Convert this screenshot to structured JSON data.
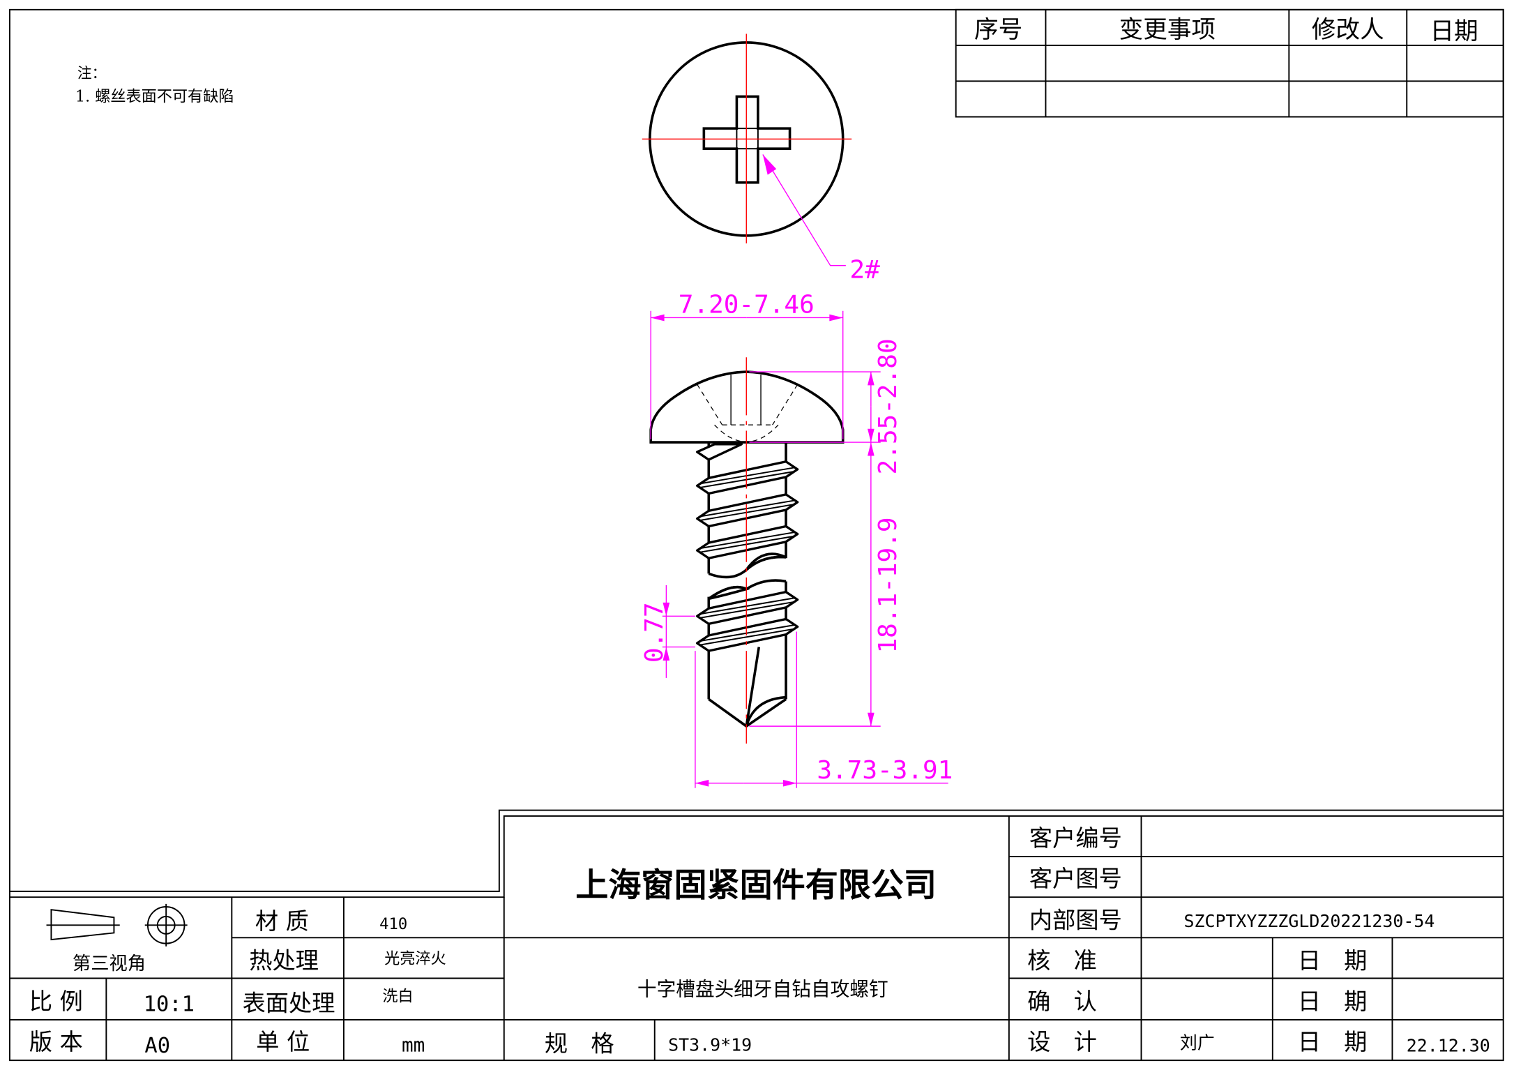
{
  "notes": {
    "title": "注：",
    "items": [
      "1. 螺丝表面不可有缺陷"
    ]
  },
  "revision_table": {
    "headers": [
      "序号",
      "变更事项",
      "修改人",
      "日期"
    ],
    "rows": [
      [
        "",
        "",
        "",
        ""
      ],
      [
        "",
        "",
        "",
        ""
      ]
    ]
  },
  "drawing": {
    "recess_callout": "2#",
    "dimensions": {
      "head_diameter": "7.20-7.46",
      "head_height": "2.55-2.80",
      "length": "18.1-19.9",
      "thread_pitch": "0.77",
      "thread_diameter": "3.73-3.91"
    }
  },
  "title_block": {
    "projection_label": "第三视角",
    "material_label": "材 质",
    "material_value": "410",
    "heat_label": "热处理",
    "heat_value": "光亮淬火",
    "surface_label": "表面处理",
    "surface_value": "洗白",
    "scale_label": "比 例",
    "scale_value": "10:1",
    "version_label": "版 本",
    "version_value": "A0",
    "unit_label": "单 位",
    "unit_value": "mm",
    "company": "上海窗固紧固件有限公司",
    "product_name": "十字槽盘头细牙自钻自攻螺钉",
    "spec_label": "规　格",
    "spec_value": "ST3.9*19",
    "customer_no_label": "客户编号",
    "customer_no_value": "",
    "customer_dwg_label": "客户图号",
    "customer_dwg_value": "",
    "internal_dwg_label": "内部图号",
    "internal_dwg_value": "SZCPTXYZZZGLD20221230-54",
    "approve_label": "核　准",
    "approve_value": "",
    "confirm_label": "确　认",
    "confirm_value": "",
    "design_label": "设　计",
    "design_value": "刘广",
    "date_label": "日　期",
    "approve_date": "",
    "confirm_date": "",
    "design_date": "22.12.30"
  },
  "colors": {
    "dimension": "#ff00ff",
    "centerline": "#ff0000",
    "line": "#000000"
  }
}
